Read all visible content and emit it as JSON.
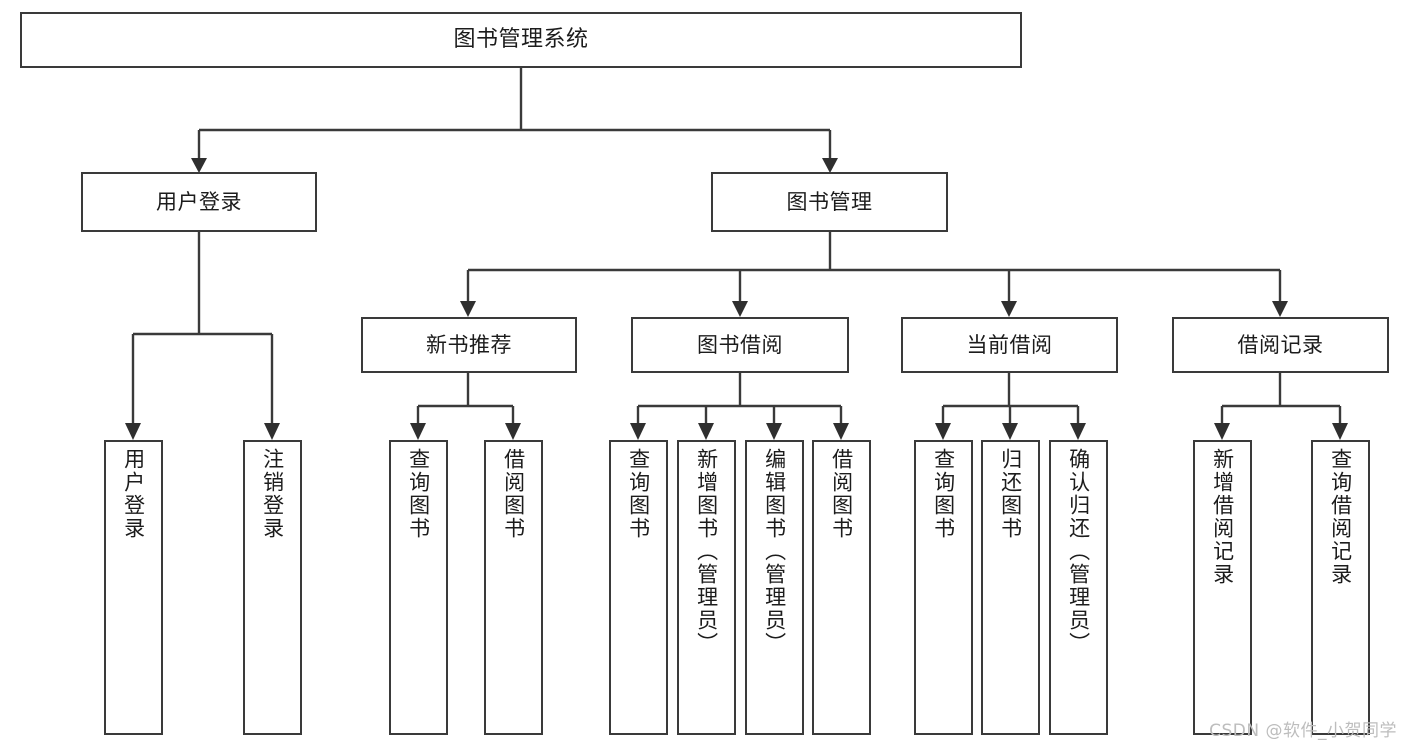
{
  "diagram": {
    "type": "tree-hierarchy",
    "root": {
      "label": "图书管理系统"
    },
    "level2": [
      {
        "label": "用户登录"
      },
      {
        "label": "图书管理"
      }
    ],
    "level3": [
      {
        "label": "新书推荐"
      },
      {
        "label": "图书借阅"
      },
      {
        "label": "当前借阅"
      },
      {
        "label": "借阅记录"
      }
    ],
    "leaves": {
      "user_login": [
        {
          "label": "用户登录"
        },
        {
          "label": "注销登录"
        }
      ],
      "new_book_recommend": [
        {
          "label": "查询图书"
        },
        {
          "label": "借阅图书"
        }
      ],
      "book_borrow": [
        {
          "label": "查询图书"
        },
        {
          "label": "新增图书（管理员）"
        },
        {
          "label": "编辑图书（管理员）"
        },
        {
          "label": "借阅图书"
        }
      ],
      "current_borrow": [
        {
          "label": "查询图书"
        },
        {
          "label": "归还图书"
        },
        {
          "label": "确认归还（管理员）"
        }
      ],
      "borrow_record": [
        {
          "label": "新增借阅记录"
        },
        {
          "label": "查询借阅记录"
        }
      ]
    }
  },
  "watermark": {
    "text": "CSDN @软件_小贺同学"
  },
  "colors": {
    "border": "#3a3a3a",
    "text": "#1c1c1c",
    "background": "#ffffff",
    "watermark": "#bdbdbd"
  }
}
